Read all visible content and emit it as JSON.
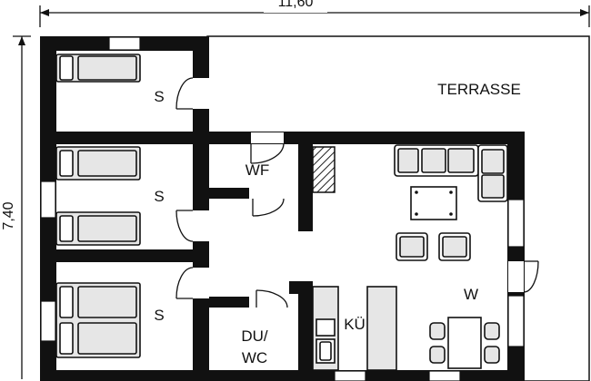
{
  "dimensions": {
    "width": "11,60",
    "height": "7,40"
  },
  "rooms": {
    "terrace": "TERRASSE",
    "bedroom_1": "S",
    "bedroom_2": "S",
    "bedroom_3": "S",
    "laundry": "WF",
    "kitchen": "KÜ",
    "living": "W",
    "bathroom_line1": "DU/",
    "bathroom_line2": "WC"
  }
}
